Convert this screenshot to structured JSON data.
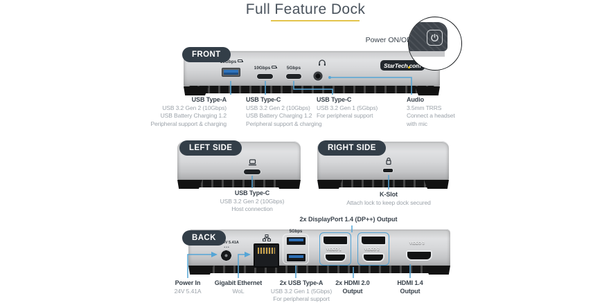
{
  "title": "Full Feature Dock",
  "power_callout": {
    "label": "Power ON/OFF"
  },
  "front": {
    "badge": "FRONT",
    "logo": "StarTech.com",
    "port_labels": {
      "usb_a": "10Gbps",
      "usb_c1": "10Gbps",
      "usb_c2": "5Gbps"
    },
    "annotations": [
      {
        "title": "USB Type-A",
        "lines": [
          "USB 3.2 Gen 2 (10Gbps)",
          "USB Battery Charging 1.2",
          "Peripheral support & charging"
        ]
      },
      {
        "title": "USB Type-C",
        "lines": [
          "USB 3.2 Gen 2 (10Gbps)",
          "USB Battery Charging 1.2",
          "Peripheral support & charging"
        ]
      },
      {
        "title": "USB Type-C",
        "lines": [
          "USB 3.2 Gen 1 (5Gbps)",
          "For peripheral support"
        ]
      },
      {
        "title": "Audio",
        "lines": [
          "3.5mm TRRS",
          "Connect a headset",
          "with mic"
        ]
      }
    ]
  },
  "left_side": {
    "badge": "LEFT SIDE",
    "annotation": {
      "title": "USB Type-C",
      "lines": [
        "USB 3.2 Gen 2 (10Gbps)",
        "Host connection"
      ]
    }
  },
  "right_side": {
    "badge": "RIGHT SIDE",
    "annotation": {
      "title": "K-Slot",
      "lines": [
        "Attach lock to keep dock secured"
      ]
    }
  },
  "back": {
    "badge": "BACK",
    "top_annotation": "2x DisplayPort 1.4 (DP++) Output",
    "port_labels": {
      "dc": "DC 24V 5.41A",
      "usb": "5Gbps",
      "video1": "VIDEO 1",
      "video2": "VIDEO 2",
      "video3": "VIDEO 3"
    },
    "annotations": [
      {
        "title": "Power In",
        "line1": "24V 5.41A"
      },
      {
        "title": "Gigabit Ethernet",
        "line1": "WoL"
      },
      {
        "title": "2x USB Type-A",
        "line1": "USB 3.2 Gen 1 (5Gbps)",
        "line2": "For peripheral support"
      },
      {
        "title": "2x HDMI 2.0",
        "line1": "Output"
      },
      {
        "title": "HDMI 1.4",
        "line1": "Output"
      }
    ]
  },
  "colors": {
    "accent_blue": "#54a5d6",
    "underline_gold": "#e3c44b",
    "badge_bg": "#333e48"
  }
}
